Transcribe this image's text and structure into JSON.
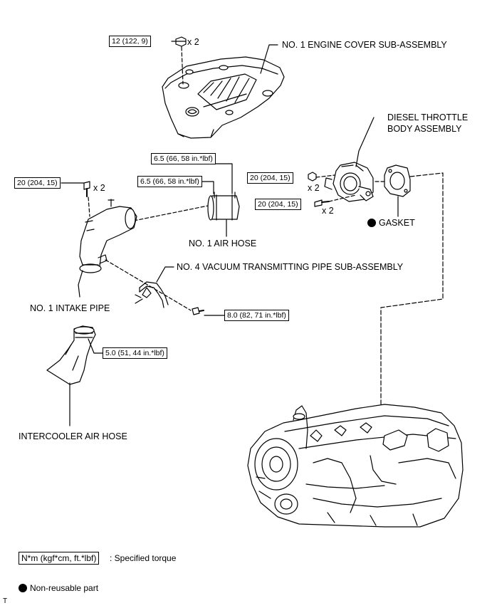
{
  "labels": {
    "engine_cover": "NO. 1 ENGINE COVER SUB-ASSEMBLY",
    "throttle_line1": "DIESEL THROTTLE",
    "throttle_line2": "BODY ASSEMBLY",
    "gasket": "GASKET",
    "air_hose": "NO. 1 AIR HOSE",
    "vacuum_pipe": "NO. 4 VACUUM TRANSMITTING PIPE SUB-ASSEMBLY",
    "intake_pipe": "NO. 1 INTAKE PIPE",
    "intercooler_hose": "INTERCOOLER AIR HOSE"
  },
  "torques": {
    "cover_nut": "12 (122, 9)",
    "clamp_upper": "6.5 (66, 58 in.*lbf)",
    "clamp_lower": "6.5 (66, 58 in.*lbf)",
    "intake_bolt": "20 (204, 15)",
    "throttle_nut": "20 (204, 15)",
    "throttle_bolt": "20 (204, 15)",
    "vacuum_bolt": "8.0 (82, 71 in.*lbf)",
    "intercooler_clamp": "5.0 (51, 44 in.*lbf)"
  },
  "quantities": {
    "cover_nut": "x 2",
    "intake_bolt": "x 2",
    "throttle_nut": "x 2",
    "throttle_bolt": "x 2"
  },
  "legend": {
    "torque_unit": "N*m (kgf*cm, ft.*lbf)",
    "torque_text": ": Specified torque",
    "nonreusable_text": "Non-reusable part"
  },
  "corner_mark": "T"
}
